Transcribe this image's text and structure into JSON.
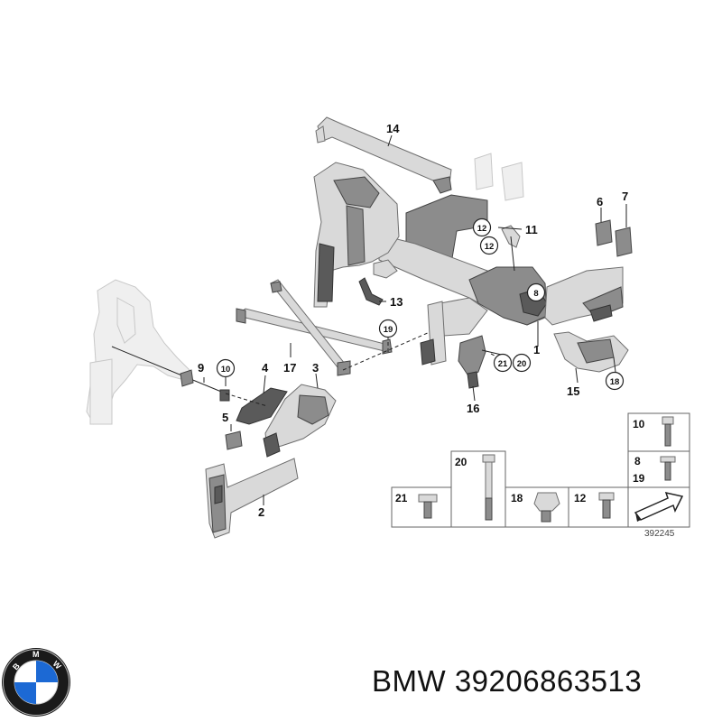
{
  "diagram": {
    "callouts": [
      {
        "id": "c14",
        "label": "14"
      },
      {
        "id": "c6",
        "label": "6"
      },
      {
        "id": "c7",
        "label": "7"
      },
      {
        "id": "c11",
        "label": "11"
      },
      {
        "id": "c13",
        "label": "13"
      },
      {
        "id": "c1",
        "label": "1"
      },
      {
        "id": "c9",
        "label": "9"
      },
      {
        "id": "c4",
        "label": "4"
      },
      {
        "id": "c17",
        "label": "17"
      },
      {
        "id": "c3",
        "label": "3"
      },
      {
        "id": "c5",
        "label": "5"
      },
      {
        "id": "c15",
        "label": "15"
      },
      {
        "id": "c16",
        "label": "16"
      },
      {
        "id": "c2",
        "label": "2"
      }
    ],
    "circled_callouts": [
      {
        "id": "cc12a",
        "label": "12"
      },
      {
        "id": "cc12b",
        "label": "12"
      },
      {
        "id": "cc8",
        "label": "8"
      },
      {
        "id": "cc19",
        "label": "19"
      },
      {
        "id": "cc21",
        "label": "21"
      },
      {
        "id": "cc20",
        "label": "20"
      },
      {
        "id": "cc10",
        "label": "10"
      },
      {
        "id": "cc18",
        "label": "18"
      }
    ],
    "fastener_boxes": [
      {
        "id": "b20",
        "label": "20"
      },
      {
        "id": "b10",
        "label": "10"
      },
      {
        "id": "b8",
        "label": "8"
      },
      {
        "id": "b19",
        "label": "19"
      },
      {
        "id": "b21",
        "label": "21"
      },
      {
        "id": "b18",
        "label": "18"
      },
      {
        "id": "b12",
        "label": "12"
      }
    ],
    "diagram_number": "392245"
  },
  "brand": {
    "logo_letters": "BMW",
    "caption": "BMW 39206863513"
  }
}
